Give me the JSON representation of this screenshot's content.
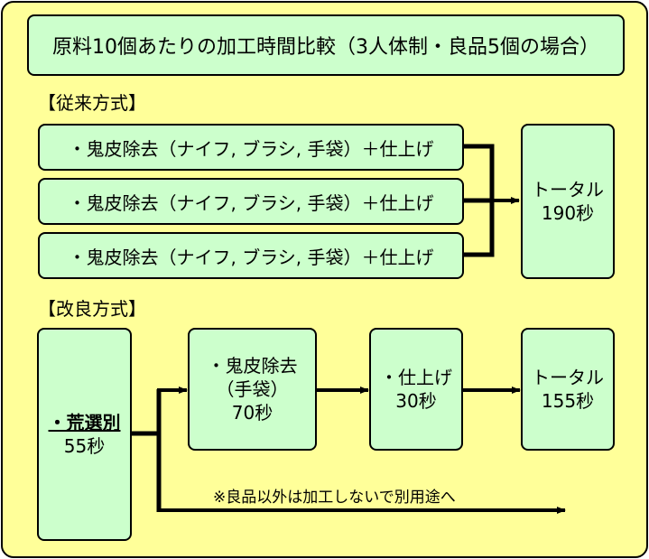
{
  "title": "原料10個あたりの加工時間比較（3人体制・良品5個の場合）",
  "traditional": {
    "heading": "【従来方式】",
    "steps": [
      "・鬼皮除去（ナイフ, ブラシ, 手袋）＋仕上げ",
      "・鬼皮除去（ナイフ, ブラシ, 手袋）＋仕上げ",
      "・鬼皮除去（ナイフ, ブラシ, 手袋）＋仕上げ"
    ],
    "total_label": "トータル",
    "total_time": "190秒"
  },
  "improved": {
    "heading": "【改良方式】",
    "sorting": {
      "label": "・荒選別",
      "time": "55秒"
    },
    "peeling": {
      "label": "・鬼皮除去",
      "sub": "（手袋）",
      "time": "70秒"
    },
    "finishing": {
      "label": "・仕上げ",
      "time": "30秒"
    },
    "total_label": "トータル",
    "total_time": "155秒",
    "note": "※良品以外は加工しないで別用途へ"
  }
}
